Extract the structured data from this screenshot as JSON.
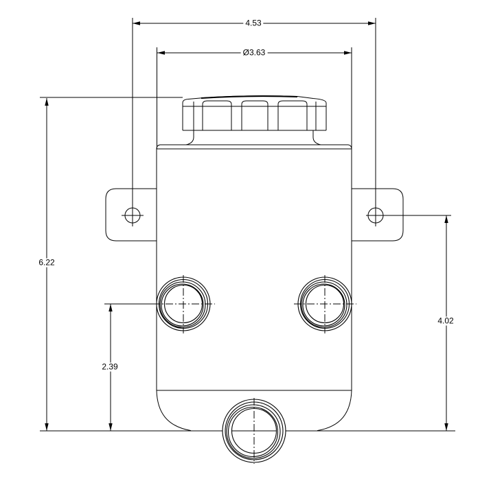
{
  "drawing": {
    "type": "technical-dimension-drawing",
    "subject": "power-steering-reservoir-front-view",
    "colors": {
      "line": "#000000",
      "background": "#ffffff"
    },
    "dimensions": {
      "hole_spacing": "4.53",
      "body_diameter": "Ø3.63",
      "overall_height": "6.22",
      "port_center_height": "2.39",
      "bracket_hole_height": "4.02"
    }
  }
}
